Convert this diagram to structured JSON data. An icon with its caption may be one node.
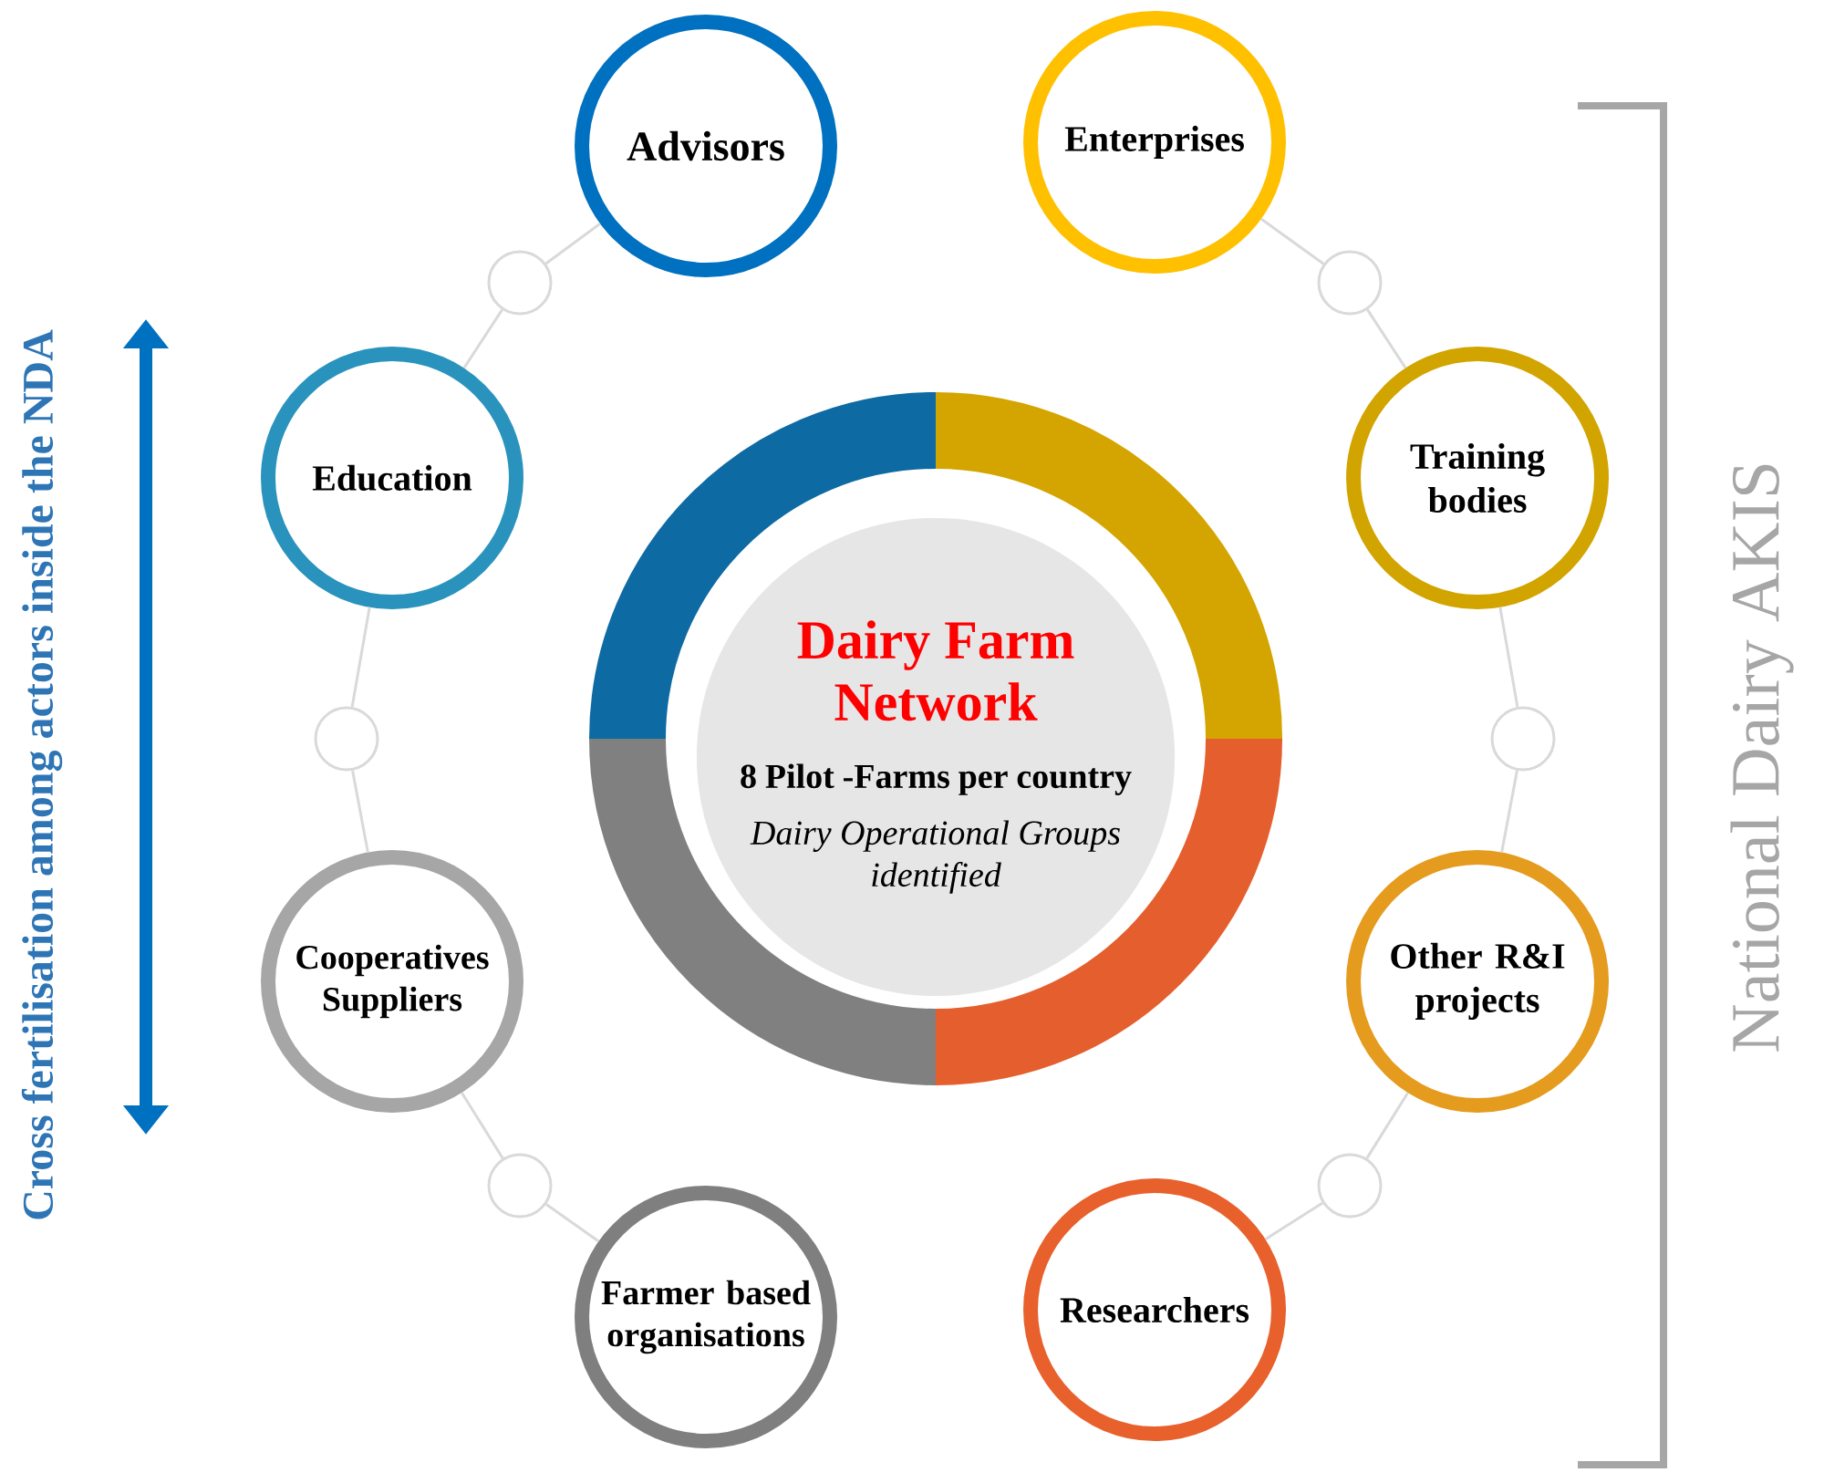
{
  "diagram": {
    "nodes": [
      {
        "text": [
          "Dairy Farm Network",
          "8 Pilot -Farms per country",
          "Dairy Operational Groups identified"
        ]
      },
      {
        "text": [
          "Advisors"
        ]
      },
      {
        "text": [
          "Enterprises"
        ]
      },
      {
        "text": [
          "Education"
        ]
      },
      {
        "text": [
          "Training bodies"
        ]
      },
      {
        "text": [
          "Cooperatives Suppliers"
        ]
      },
      {
        "text": [
          "Other R&I projects"
        ]
      },
      {
        "text": [
          "Farmer based organisations"
        ]
      },
      {
        "text": [
          "Researchers"
        ]
      },
      {
        "text": [],
        "shape": "circle"
      },
      {
        "text": [],
        "shape": "circle"
      },
      {
        "text": [],
        "shape": "circle"
      },
      {
        "text": [],
        "shape": "circle"
      },
      {
        "text": [],
        "shape": "circle"
      },
      {
        "text": [],
        "shape": "circle"
      }
    ],
    "edges": [
      {
        "from": 1,
        "to": 9,
        "arrow": "none"
      },
      {
        "from": 9,
        "to": 3,
        "arrow": "none"
      },
      {
        "from": 3,
        "to": 11,
        "arrow": "none"
      },
      {
        "from": 11,
        "to": 5,
        "arrow": "none"
      },
      {
        "from": 5,
        "to": 13,
        "arrow": "none"
      },
      {
        "from": 13,
        "to": 7,
        "arrow": "none"
      },
      {
        "from": 2,
        "to": 10,
        "arrow": "none"
      },
      {
        "from": 10,
        "to": 4,
        "arrow": "none"
      },
      {
        "from": 4,
        "to": 12,
        "arrow": "none"
      },
      {
        "from": 12,
        "to": 6,
        "arrow": "none"
      },
      {
        "from": 6,
        "to": 14,
        "arrow": "none"
      },
      {
        "from": 14,
        "to": 8,
        "arrow": "none"
      }
    ],
    "labels": [
      "Cross fertilisation among actors inside the NDA",
      "National Dairy AKIS"
    ]
  }
}
